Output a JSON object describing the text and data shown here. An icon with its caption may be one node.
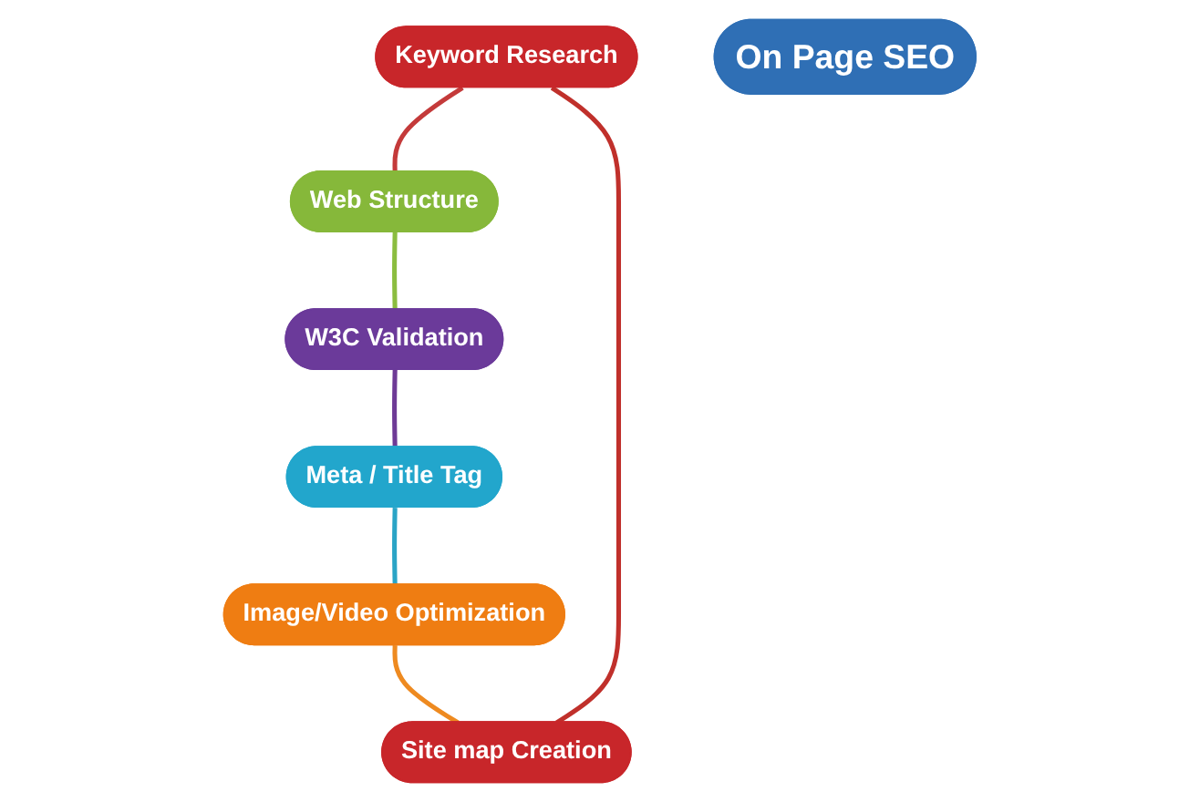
{
  "diagram": {
    "nodes": [
      {
        "text": [
          "Keyword Research"
        ]
      },
      {
        "text": [
          "Site map Creation"
        ]
      },
      {
        "text": [
          "Web Structure"
        ]
      },
      {
        "text": [
          "On Page SEO"
        ]
      },
      {
        "text": [
          "Image/Video Optimization"
        ]
      },
      {
        "text": [
          "W3C Validation"
        ]
      },
      {
        "text": [
          "Meta / Title Tag"
        ]
      }
    ],
    "edges": [
      {
        "from": 0,
        "to": 2,
        "arrow": "none",
        "color": "#c43a3a"
      },
      {
        "from": 2,
        "to": 5,
        "arrow": "none",
        "color": "#8bbd3f"
      },
      {
        "from": 5,
        "to": 6,
        "arrow": "none",
        "color": "#6e3a96"
      },
      {
        "from": 6,
        "to": 4,
        "arrow": "none",
        "color": "#2aa4c6"
      },
      {
        "from": 4,
        "to": 1,
        "arrow": "none",
        "color": "#ee8a20"
      },
      {
        "from": 1,
        "to": 0,
        "arrow": "none",
        "color": "#c0302b"
      }
    ]
  }
}
